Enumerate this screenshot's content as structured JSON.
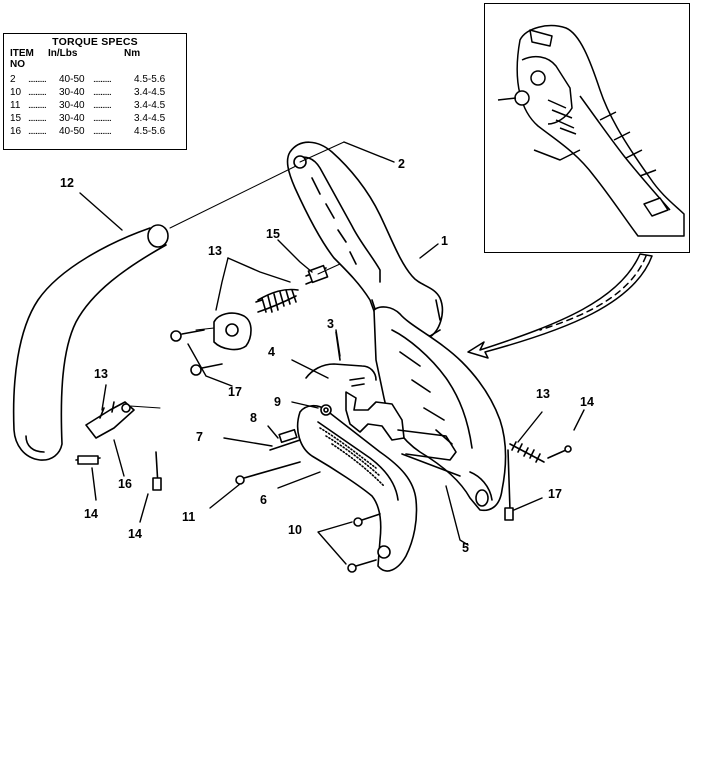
{
  "torque_specs": {
    "title": "TORQUE SPECS",
    "header_item": "ITEM",
    "header_no": "NO",
    "header_inlbs": "In/Lbs",
    "header_nm": "Nm",
    "rows": [
      {
        "item": "2",
        "dots1": "..........",
        "inlbs": "40-50",
        "dots2": "..........",
        "nm": "4.5-5.6"
      },
      {
        "item": "10",
        "dots1": "..........",
        "inlbs": "30-40",
        "dots2": "..........",
        "nm": "3.4-4.5"
      },
      {
        "item": "11",
        "dots1": "..........",
        "inlbs": "30-40",
        "dots2": "..........",
        "nm": "3.4-4.5"
      },
      {
        "item": "15",
        "dots1": "..........",
        "inlbs": "30-40",
        "dots2": "..........",
        "nm": "3.4-4.5"
      },
      {
        "item": "16",
        "dots1": "..........",
        "inlbs": "40-50",
        "dots2": "..........",
        "nm": "4.5-5.6"
      }
    ]
  },
  "callouts": {
    "c1": "1",
    "c2": "2",
    "c3": "3",
    "c4": "4",
    "c5": "5",
    "c6": "6",
    "c7": "7",
    "c8": "8",
    "c9": "9",
    "c10": "10",
    "c11": "11",
    "c12": "12",
    "c13a": "13",
    "c13b": "13",
    "c13c": "13",
    "c14a": "14",
    "c14b": "14",
    "c14c": "14",
    "c15": "15",
    "c16": "16",
    "c17a": "17",
    "c17b": "17"
  }
}
